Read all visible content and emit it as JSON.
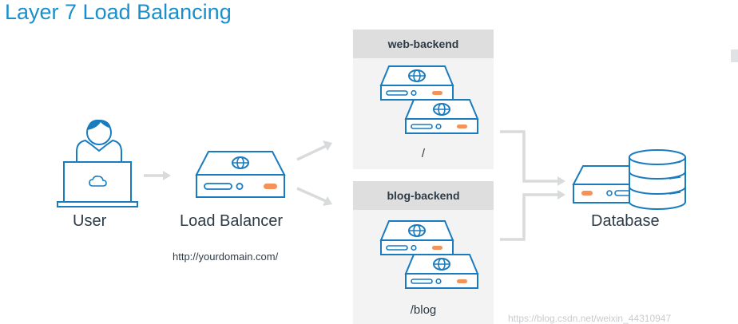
{
  "title": "Layer 7 Load Balancing",
  "user": {
    "label": "User"
  },
  "load_balancer": {
    "label": "Load Balancer",
    "address": "http://yourdomain.com/"
  },
  "backends": [
    {
      "name": "web-backend",
      "path": "/"
    },
    {
      "name": "blog-backend",
      "path": "/blog"
    }
  ],
  "database": {
    "label": "Database"
  },
  "watermark": "https://blog.csdn.net/weixin_44310947",
  "icons": [
    "user-icon",
    "laptop-icon",
    "load-balancer-icon",
    "server-icon",
    "database-icon",
    "globe-icon"
  ],
  "colors": {
    "title": "#1a8fcb",
    "icon_stroke": "#1a7bbf",
    "accent": "#f3935a",
    "panel": "#f3f3f3",
    "panel_header": "#dedede",
    "connector": "#d8dadc",
    "text": "#2d3b47"
  }
}
